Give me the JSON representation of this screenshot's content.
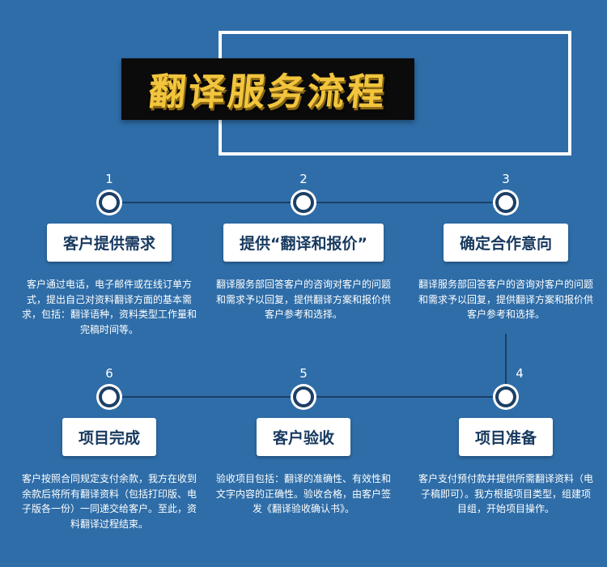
{
  "page": {
    "background_color": "#2e6da8",
    "accent_gold": "#f2c53d",
    "line_color": "#1c3f66",
    "box_text_color": "#17395f"
  },
  "title": {
    "text": "翻译服务流程"
  },
  "steps": [
    {
      "number": "1",
      "label": "客户提供需求",
      "description": "客户通过电话，电子邮件或在线订单方式，提出自己对资料翻译方面的基本需求，包括：翻译语种，资料类型工作量和完稿时间等。"
    },
    {
      "number": "2",
      "label": "提供“翻译和报价”",
      "description": "翻译服务部回答客户的咨询对客户的问题和需求予以回复，提供翻译方案和报价供客户参考和选择。"
    },
    {
      "number": "3",
      "label": "确定合作意向",
      "description": "翻译服务部回答客户的咨询对客户的问题和需求予以回复，提供翻译方案和报价供客户参考和选择。"
    },
    {
      "number": "4",
      "label": "项目准备",
      "description": "客户支付预付款并提供所需翻译资料（电子稿即可）。我方根据项目类型，组建项目组，开始项目操作。"
    },
    {
      "number": "5",
      "label": "客户验收",
      "description": "验收项目包括：翻译的准确性、有效性和文字内容的正确性。验收合格，由客户签发《翻译验收确认书》。"
    },
    {
      "number": "6",
      "label": "项目完成",
      "description": "客户按照合同规定支付余款，我方在收到余款后将所有翻译资料（包括打印版、电子版各一份）一同递交给客户。至此，资料翻译过程结束。"
    }
  ]
}
